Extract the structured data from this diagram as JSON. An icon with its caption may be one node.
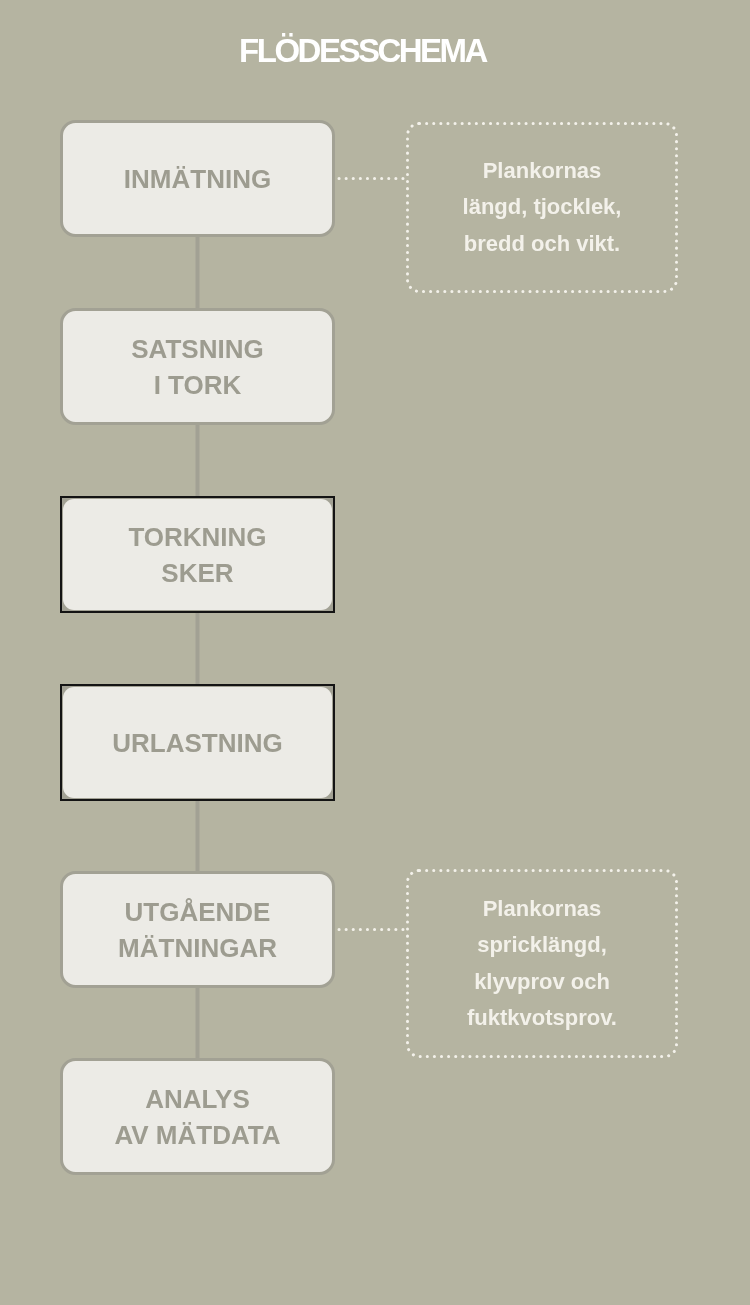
{
  "diagram": {
    "title": "FLÖDESSCHEMA",
    "nodes": [
      {
        "text": [
          "INMÄTNING"
        ]
      },
      {
        "text": [
          "Plankornas längd, tjocklek, bredd och vikt."
        ]
      },
      {
        "text": [
          "SATSNING I TORK"
        ]
      },
      {
        "text": [
          "TORKNING SKER"
        ]
      },
      {
        "text": [
          "URLASTNING"
        ]
      },
      {
        "text": [
          "UTGÅENDE MÄTNINGAR"
        ]
      },
      {
        "text": [
          "Plankornas spricklängd, klyvprov och fuktkvotsprov."
        ]
      },
      {
        "text": [
          "ANALYS AV MÄTDATA"
        ]
      }
    ],
    "edges": [
      {
        "from": 0,
        "to": 1,
        "arrow": "none",
        "style": "dashed",
        "color": "#f3f1ea"
      },
      {
        "from": 0,
        "to": 2,
        "arrow": "none"
      },
      {
        "from": 2,
        "to": 3,
        "arrow": "none"
      },
      {
        "from": 3,
        "to": 4,
        "arrow": "none"
      },
      {
        "from": 4,
        "to": 5,
        "arrow": "none"
      },
      {
        "from": 5,
        "to": 6,
        "arrow": "none",
        "style": "dashed",
        "color": "#f3f1ea"
      },
      {
        "from": 5,
        "to": 7,
        "arrow": "none"
      }
    ]
  }
}
